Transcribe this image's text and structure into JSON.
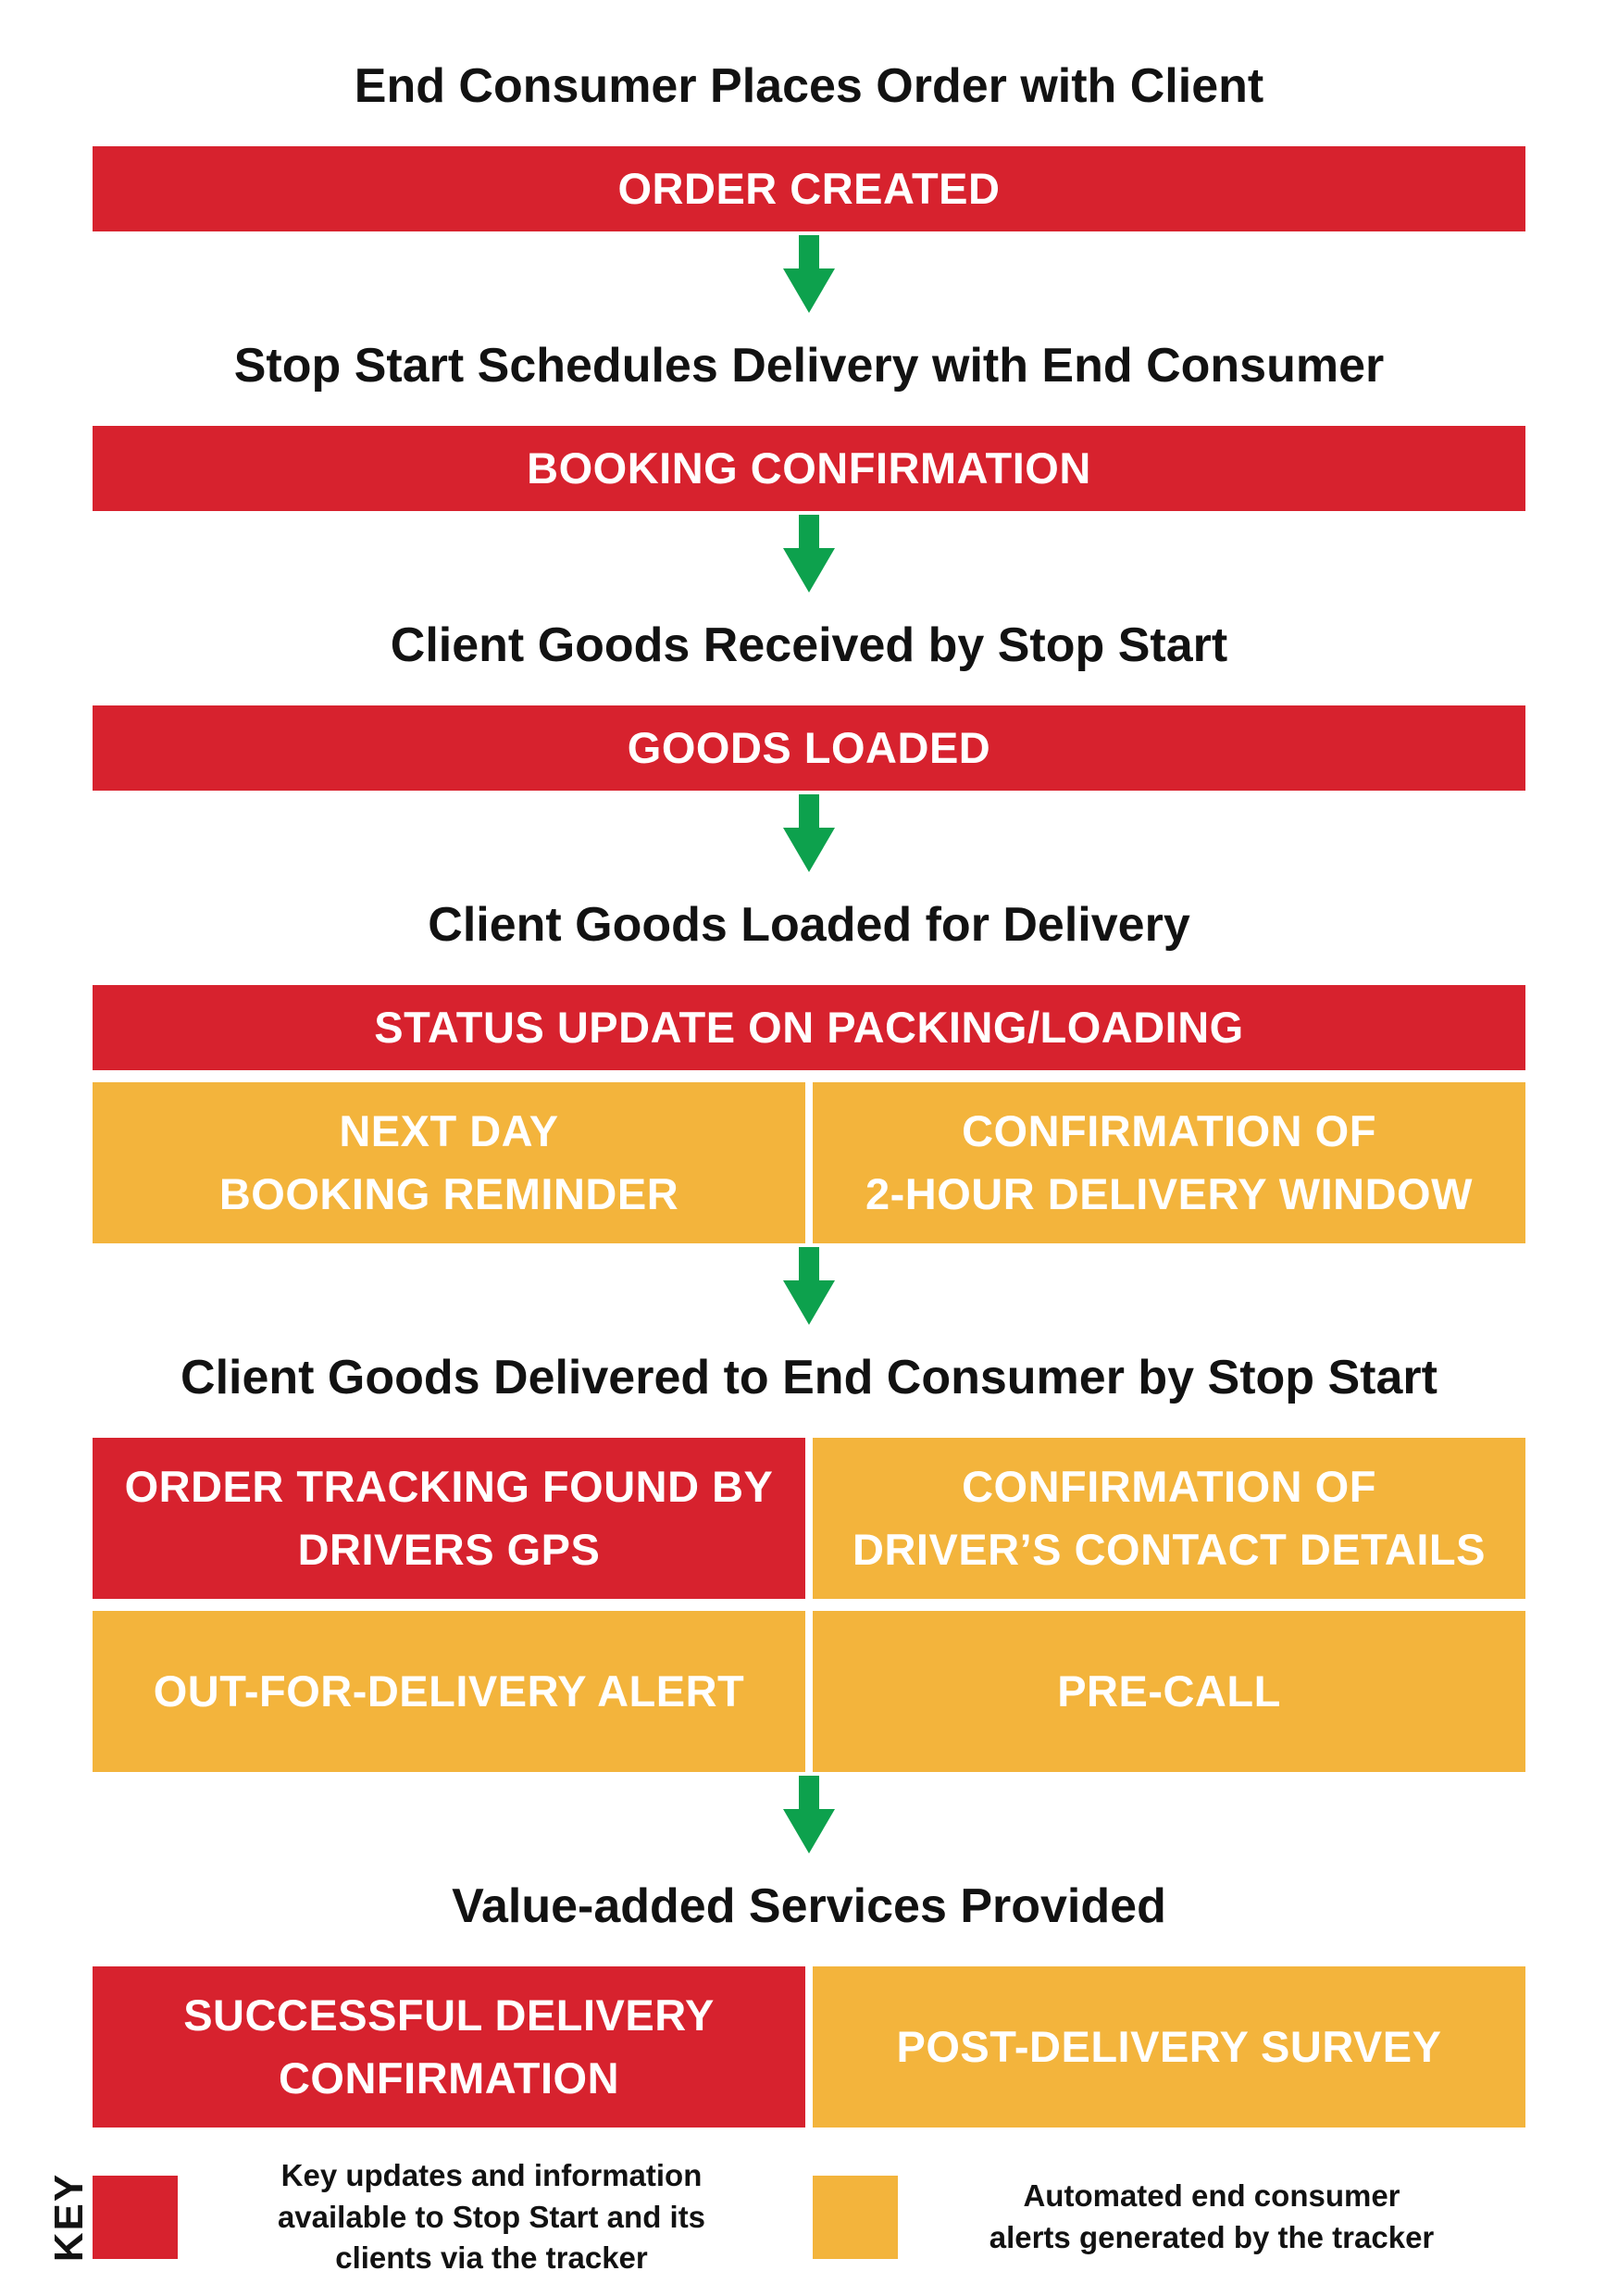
{
  "colors": {
    "red": "#d7222e",
    "yellow": "#f3b43c",
    "green": "#0da14d",
    "ink": "#121212"
  },
  "sections": [
    {
      "heading": "End Consumer Places Order with Client",
      "rows": [
        [
          {
            "text": "ORDER CREATED",
            "color": "red"
          }
        ]
      ],
      "arrow": true
    },
    {
      "heading": "Stop Start Schedules Delivery with End Consumer",
      "rows": [
        [
          {
            "text": "BOOKING CONFIRMATION",
            "color": "red"
          }
        ]
      ],
      "arrow": true
    },
    {
      "heading": "Client Goods Received by Stop Start",
      "rows": [
        [
          {
            "text": "GOODS LOADED",
            "color": "red"
          }
        ]
      ],
      "arrow": true
    },
    {
      "heading": "Client Goods Loaded for Delivery",
      "rows": [
        [
          {
            "text": "STATUS UPDATE ON PACKING/LOADING",
            "color": "red"
          }
        ],
        [
          {
            "text": "NEXT DAY\nBOOKING REMINDER",
            "color": "yellow"
          },
          {
            "text": "CONFIRMATION OF\n2-HOUR DELIVERY WINDOW",
            "color": "yellow"
          }
        ]
      ],
      "arrow": true
    },
    {
      "heading": "Client Goods Delivered to End Consumer by Stop Start",
      "rows": [
        [
          {
            "text": "ORDER TRACKING FOUND BY\nDRIVERS GPS",
            "color": "red"
          },
          {
            "text": "CONFIRMATION OF\nDRIVER’S CONTACT DETAILS",
            "color": "yellow"
          }
        ],
        [
          {
            "text": "OUT-FOR-DELIVERY ALERT",
            "color": "yellow"
          },
          {
            "text": "PRE-CALL",
            "color": "yellow"
          }
        ]
      ],
      "arrow": true
    },
    {
      "heading": "Value-added Services Provided",
      "rows": [
        [
          {
            "text": "SUCCESSFUL DELIVERY\nCONFIRMATION",
            "color": "red"
          },
          {
            "text": "POST-DELIVERY SURVEY",
            "color": "yellow"
          }
        ]
      ],
      "arrow": false
    }
  ],
  "key": {
    "title": "KEY",
    "items": [
      {
        "color": "red",
        "text": "Key updates and information\navailable to Stop Start and its\nclients via the tracker"
      },
      {
        "color": "yellow",
        "text": "Automated end consumer\nalerts generated by the tracker"
      }
    ]
  }
}
